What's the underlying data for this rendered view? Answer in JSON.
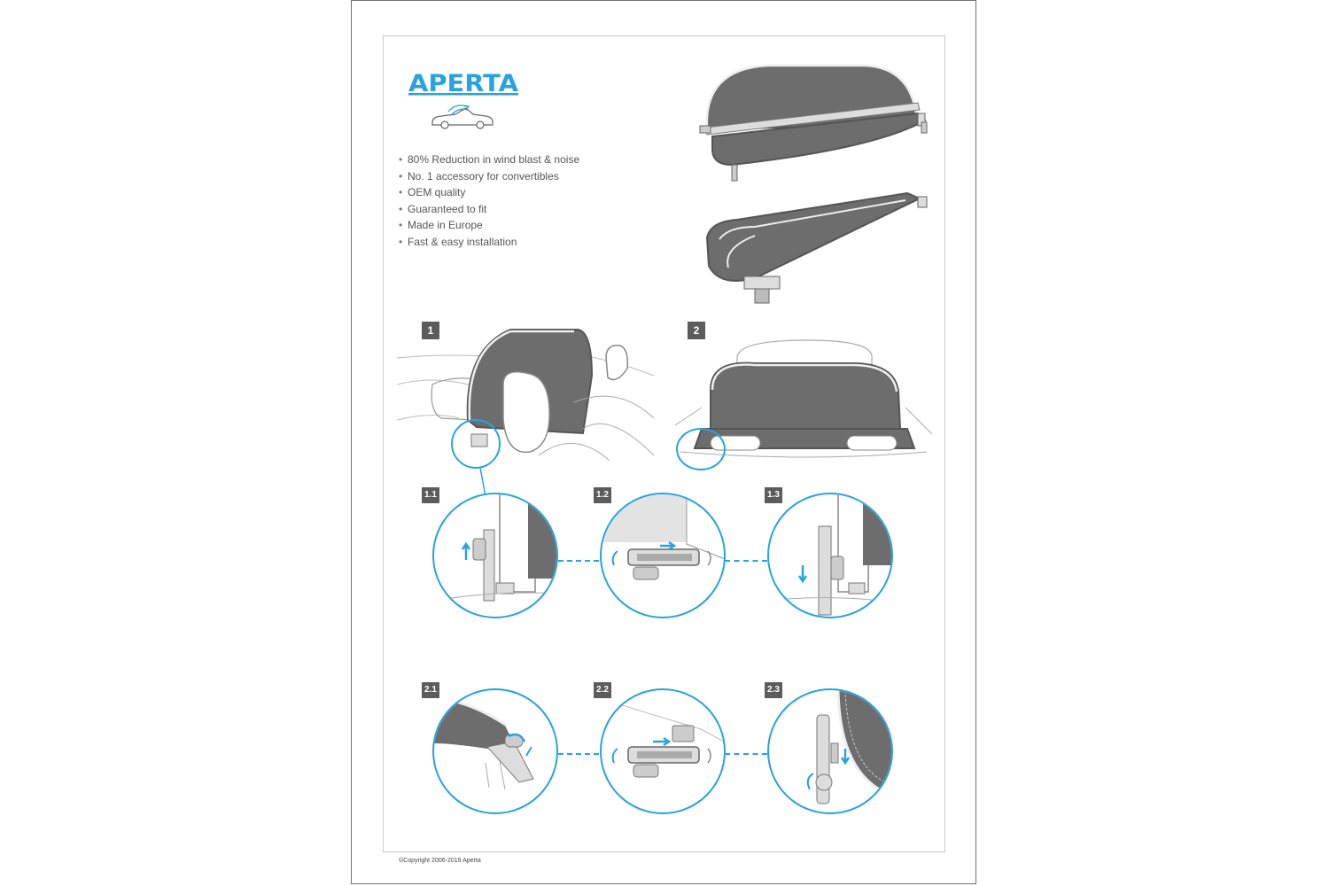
{
  "brand": {
    "name": "APERTA"
  },
  "features": [
    "80% Reduction in wind blast & noise",
    "No. 1 accessory for convertibles",
    "OEM quality",
    "Guaranteed to fit",
    "Made in Europe",
    "Fast & easy installation"
  ],
  "steps": {
    "main": [
      "1",
      "2"
    ],
    "details": [
      "1.1",
      "1.2",
      "1.3",
      "2.1",
      "2.2",
      "2.3"
    ]
  },
  "footer": {
    "copyright": "©Copyright 2006-2019 Aperta"
  },
  "colors": {
    "accent": "#29a3de",
    "mesh": "#6d6d6d",
    "badge": "#5c5c5c"
  },
  "icons": [
    "aperta-logo",
    "convertible-car-icon",
    "wind-deflector-illustration"
  ]
}
